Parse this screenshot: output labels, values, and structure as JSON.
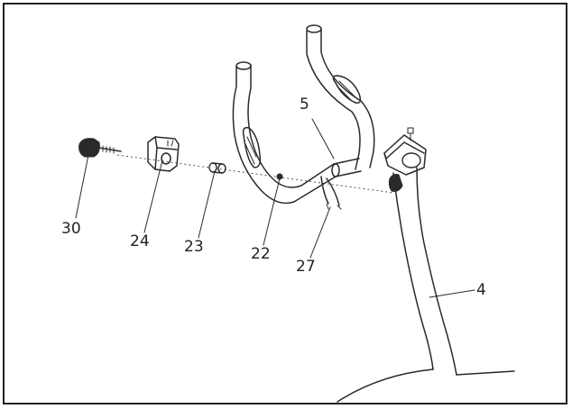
{
  "labels": {
    "p30": "30",
    "p24": "24",
    "p23": "23",
    "p22": "22",
    "p27": "27",
    "p5": "5",
    "p4": "4"
  }
}
